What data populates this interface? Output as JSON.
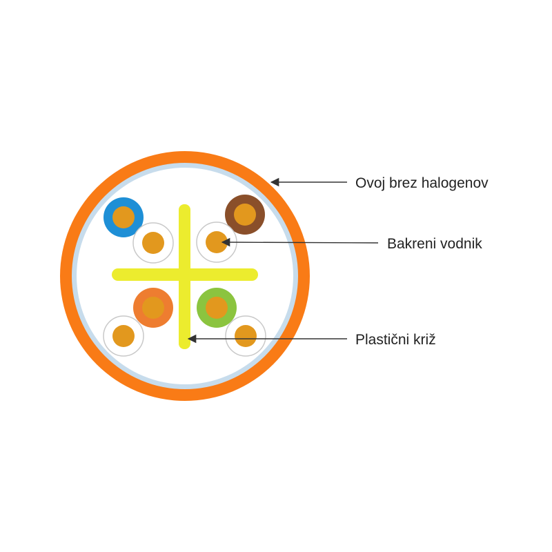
{
  "labels": {
    "jacket": "Ovoj brez halogenov",
    "conductor": "Bakreni vodnik",
    "cross": "Plastični križ"
  },
  "colors": {
    "jacket": "#f97b16",
    "inner_ring": "#c7dcec",
    "cross": "#ecec2e",
    "copper": "#e2981e",
    "pair_blue": "#1e8fd6",
    "pair_brown": "#8a4f2a",
    "pair_orange": "#ee7d30",
    "pair_green": "#8bc43f",
    "clear_outline": "#c8c8c8",
    "arrow": "#333333"
  },
  "pairs": [
    {
      "name": "blue",
      "colored_key": "pair_blue",
      "clear_key": "clear_outline"
    },
    {
      "name": "brown",
      "colored_key": "pair_brown",
      "clear_key": "clear_outline"
    },
    {
      "name": "orange",
      "colored_key": "pair_orange",
      "clear_key": "clear_outline"
    },
    {
      "name": "green",
      "colored_key": "pair_green",
      "clear_key": "clear_outline"
    }
  ]
}
